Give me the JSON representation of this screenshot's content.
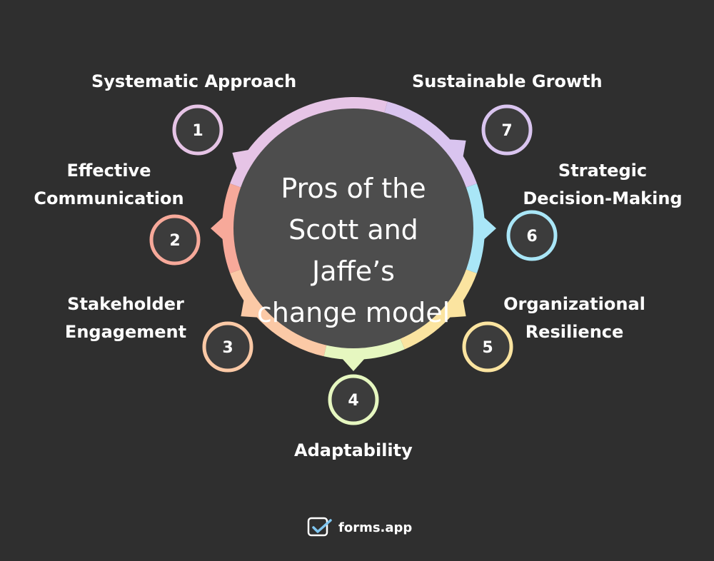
{
  "center_title": [
    "Pros of the",
    "Scott and Jaffe’s",
    "change model"
  ],
  "items": [
    {
      "number": "1",
      "label": [
        "Systematic Approach"
      ],
      "color": "#e6c4e6"
    },
    {
      "number": "2",
      "label": [
        "Effective",
        "Communication"
      ],
      "color": "#f7a99a"
    },
    {
      "number": "3",
      "label": [
        "Stakeholder",
        "Engagement"
      ],
      "color": "#fbc9a6"
    },
    {
      "number": "4",
      "label": [
        "Adaptability"
      ],
      "color": "#e6f7c0"
    },
    {
      "number": "5",
      "label": [
        "Organizational",
        "Resilience"
      ],
      "color": "#fbe4a0"
    },
    {
      "number": "6",
      "label": [
        "Strategic",
        "Decision-Making"
      ],
      "color": "#a9e6f7"
    },
    {
      "number": "7",
      "label": [
        "Sustainable Growth"
      ],
      "color": "#d9c4ef"
    }
  ],
  "colors": {
    "background": "#2f2f2f",
    "center_fill": "#4d4d4d",
    "node_fill": "#3c3c3c"
  },
  "brand": {
    "name": "forms.app",
    "icon": "forms-app-logo-icon"
  }
}
